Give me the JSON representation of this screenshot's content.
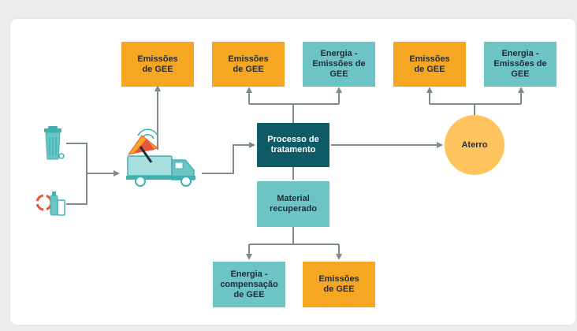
{
  "diagram": {
    "nodes": {
      "emissoes_truck": "Emissões\nde GEE",
      "emissoes_treatment": "Emissões\nde GEE",
      "energia_treatment": "Energia -\nEmissões de GEE",
      "emissoes_aterro": "Emissões\nde GEE",
      "energia_aterro": "Energia -\nEmissões de GEE",
      "processo": "Processo de\ntratamento",
      "aterro": "Aterro",
      "material": "Material\nrecuperado",
      "energia_compensacao": "Energia -\ncompensação\nde GEE",
      "emissoes_material": "Emissões\nde GEE"
    },
    "icons": {
      "trash_bin": "trash-bin-icon",
      "recycling": "recycling-icon",
      "truck": "garbage-truck-icon"
    },
    "colors": {
      "orange": "#f5a623",
      "teal": "#6cc4c4",
      "dark_teal": "#0f5a67",
      "circle": "#ffc45e",
      "connector": "#7d8a91"
    }
  }
}
